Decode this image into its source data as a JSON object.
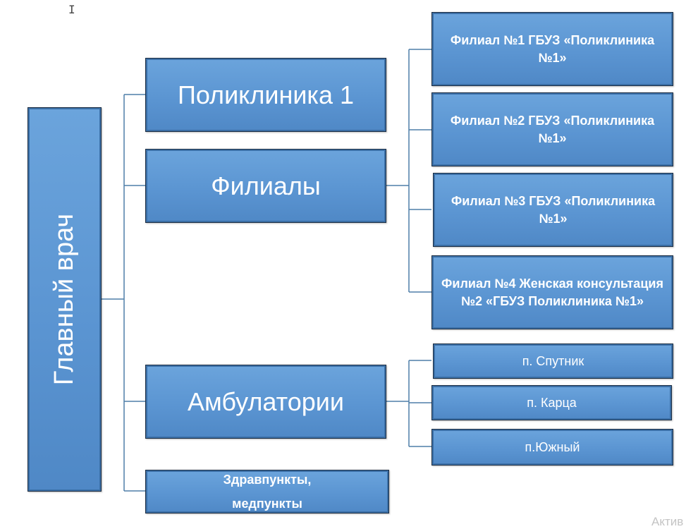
{
  "root": {
    "label": "Главный врач"
  },
  "level1": [
    {
      "label": "Поликлиника 1"
    },
    {
      "label": "Филиалы"
    },
    {
      "label": "Амбулатории"
    },
    {
      "label": "Здравпункты,\nмедпункты"
    }
  ],
  "branches": [
    {
      "label": "Филиал №1 ГБУЗ «Поликлиника №1»"
    },
    {
      "label": "Филиал №2 ГБУЗ «Поликлиника №1»"
    },
    {
      "label": "Филиал №3 ГБУЗ «Поликлиника №1»"
    },
    {
      "label": "Филиал №4  Женская консультация №2 «ГБУЗ Поликлиника №1»"
    }
  ],
  "ambulatories": [
    {
      "label": "п. Спутник"
    },
    {
      "label": "п. Карца"
    },
    {
      "label": "п.Южный"
    }
  ],
  "cursor_glyph": "I",
  "watermark": "Актив"
}
